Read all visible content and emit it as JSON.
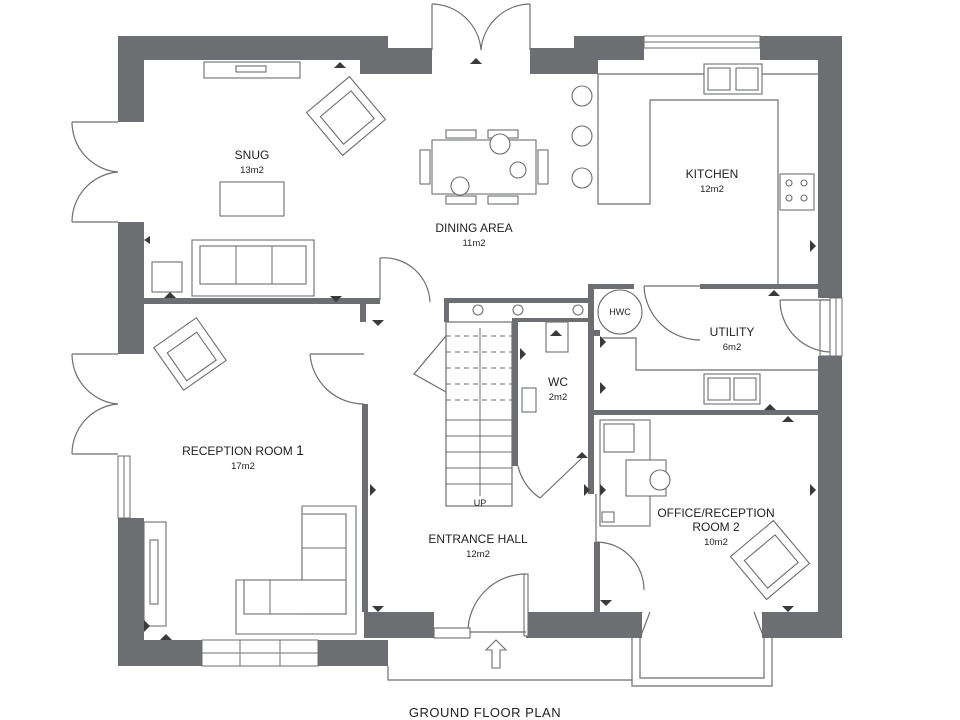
{
  "title": "GROUND FLOOR PLAN",
  "rooms": {
    "snug": {
      "label": "SNUG",
      "area": "13m2"
    },
    "dining": {
      "label": "DINING AREA",
      "area": "11m2"
    },
    "kitchen": {
      "label": "KITCHEN",
      "area": "12m2"
    },
    "utility": {
      "label": "UTILITY",
      "area": "6m2"
    },
    "wc": {
      "label": "WC",
      "area": "2m2"
    },
    "reception1": {
      "label": "RECEPTION ROOM ",
      "label_num": "1",
      "area": "17m2"
    },
    "entrance": {
      "label": "ENTRANCE HALL",
      "area": "12m2"
    },
    "office": {
      "label_line1": "OFFICE/RECEPTION",
      "label_line2": "ROOM 2",
      "area": "10m2"
    }
  },
  "fixtures": {
    "hwc": "HWC",
    "stairs_up": "UP"
  },
  "colors": {
    "wall": "#6d6e71",
    "text": "#222222",
    "background": "#ffffff"
  }
}
